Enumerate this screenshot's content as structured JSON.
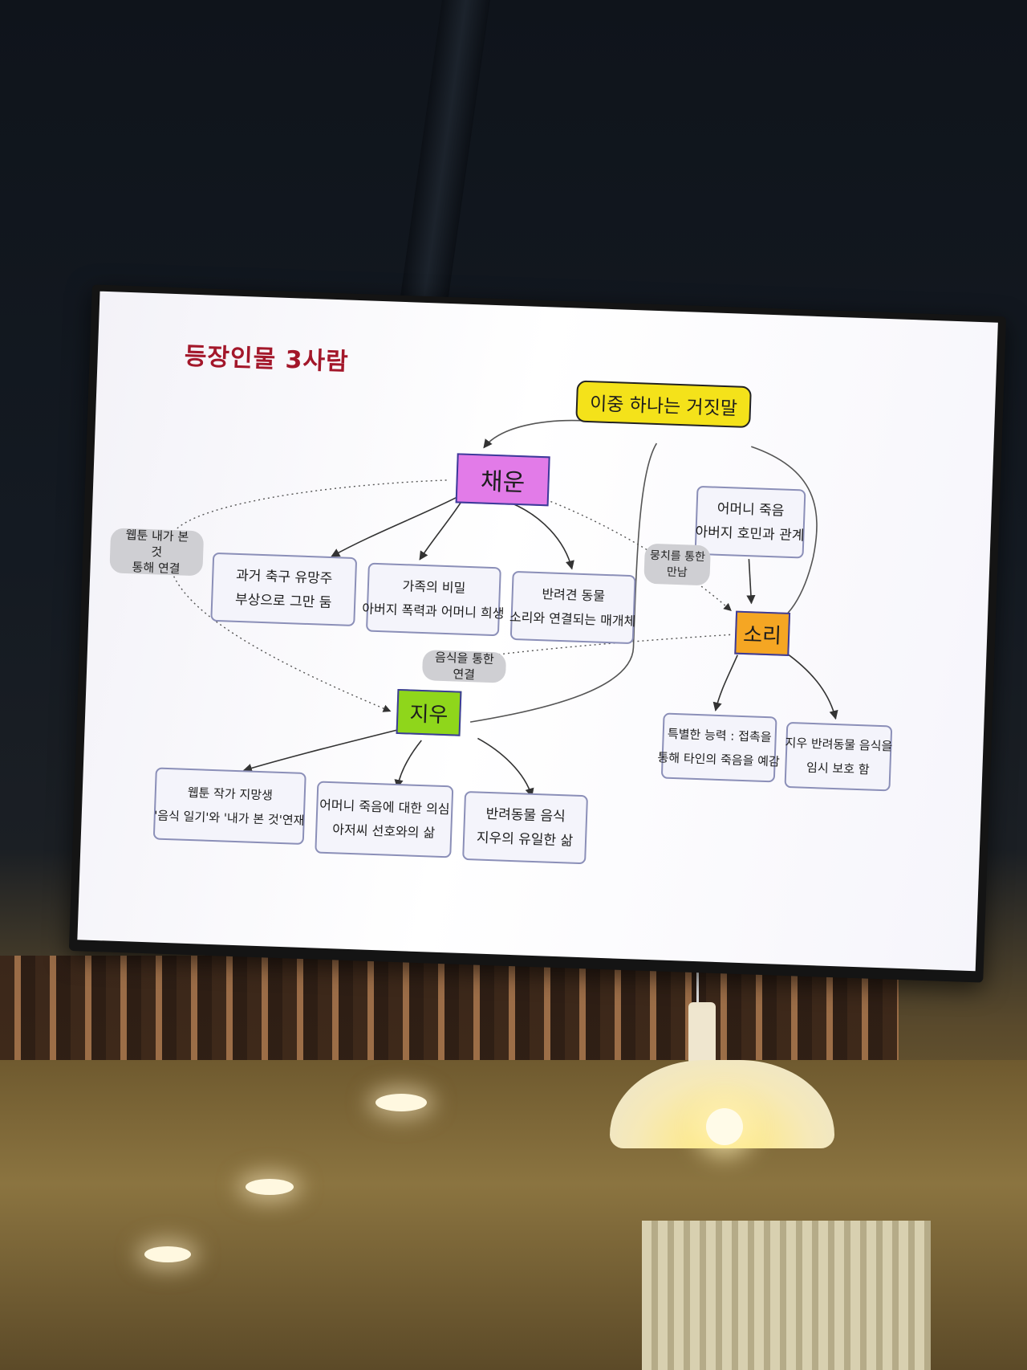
{
  "slide": {
    "title": "등장인물 3사람"
  },
  "colors": {
    "title": "#a3172a",
    "lie_node": "#f4e21a",
    "chaeun_node": "#e27be8",
    "sori_node": "#f5a623",
    "jiu_node": "#8fd61b"
  },
  "nodes": {
    "lie": "이중 하나는 거짓말",
    "chaeun": "채운",
    "sori": "소리",
    "jiu": "지우"
  },
  "info": {
    "chaeun_past": [
      "과거 축구 유망주",
      "부상으로 그만 둠"
    ],
    "chaeun_family": [
      "가족의 비밀",
      "아버지 폭력과 어머니 희생"
    ],
    "chaeun_pet": [
      "반려견 동물",
      "소리와 연결되는 매개체"
    ],
    "sori_mother": [
      "어머니 죽음",
      "아버지 호민과 관계"
    ],
    "sori_ability": [
      "특별한 능력 : 접촉을",
      "통해 타인의 죽음을 예감"
    ],
    "sori_pet": [
      "지우 반려동물 음식을",
      "임시 보호 함"
    ],
    "jiu_webtoon": [
      "웹툰 작가 지망생",
      "'음식 일기'와 '내가 본 것'연재"
    ],
    "jiu_mother": [
      "어머니 죽음에 대한 의심",
      "아저씨 선호와의 삶"
    ],
    "jiu_pet": [
      "반려동물 음식",
      "지우의 유일한 삶"
    ]
  },
  "links": {
    "webtoon": [
      "웹툰 내가 본 것",
      "통해 연결"
    ],
    "bungchi": [
      "뭉치를 통한",
      "만남"
    ],
    "food": "음식을 통한 연결"
  }
}
